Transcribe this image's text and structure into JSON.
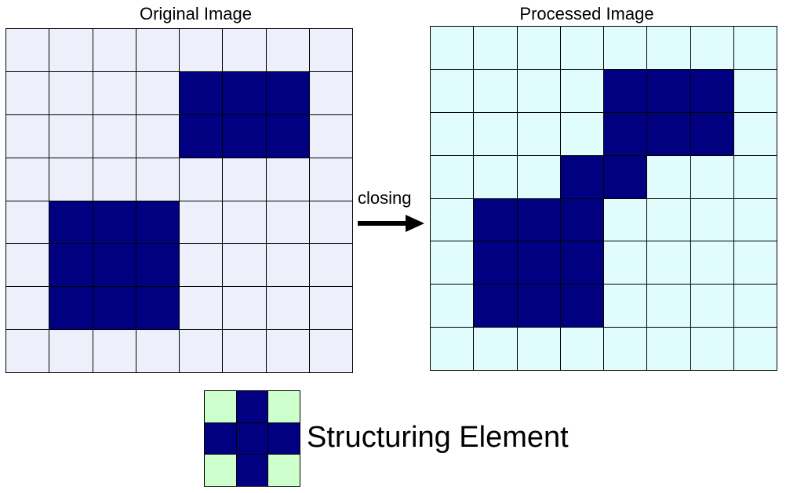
{
  "titles": {
    "original": "Original Image",
    "processed": "Processed Image"
  },
  "operation": "closing",
  "structuring_element_label": "Structuring Element",
  "colors": {
    "foreground": "#000080",
    "original_background": "#edf0fa",
    "processed_background": "#e0fcfc",
    "se_background": "#ccffcc",
    "grid_line": "#000000"
  },
  "original_grid": [
    [
      0,
      0,
      0,
      0,
      0,
      0,
      0,
      0
    ],
    [
      0,
      0,
      0,
      0,
      1,
      1,
      1,
      0
    ],
    [
      0,
      0,
      0,
      0,
      1,
      1,
      1,
      0
    ],
    [
      0,
      0,
      0,
      0,
      0,
      0,
      0,
      0
    ],
    [
      0,
      1,
      1,
      1,
      0,
      0,
      0,
      0
    ],
    [
      0,
      1,
      1,
      1,
      0,
      0,
      0,
      0
    ],
    [
      0,
      1,
      1,
      1,
      0,
      0,
      0,
      0
    ],
    [
      0,
      0,
      0,
      0,
      0,
      0,
      0,
      0
    ]
  ],
  "processed_grid": [
    [
      0,
      0,
      0,
      0,
      0,
      0,
      0,
      0
    ],
    [
      0,
      0,
      0,
      0,
      1,
      1,
      1,
      0
    ],
    [
      0,
      0,
      0,
      0,
      1,
      1,
      1,
      0
    ],
    [
      0,
      0,
      0,
      1,
      1,
      0,
      0,
      0
    ],
    [
      0,
      1,
      1,
      1,
      0,
      0,
      0,
      0
    ],
    [
      0,
      1,
      1,
      1,
      0,
      0,
      0,
      0
    ],
    [
      0,
      1,
      1,
      1,
      0,
      0,
      0,
      0
    ],
    [
      0,
      0,
      0,
      0,
      0,
      0,
      0,
      0
    ]
  ],
  "structuring_element": [
    [
      0,
      1,
      0
    ],
    [
      1,
      1,
      1
    ],
    [
      0,
      1,
      0
    ]
  ]
}
